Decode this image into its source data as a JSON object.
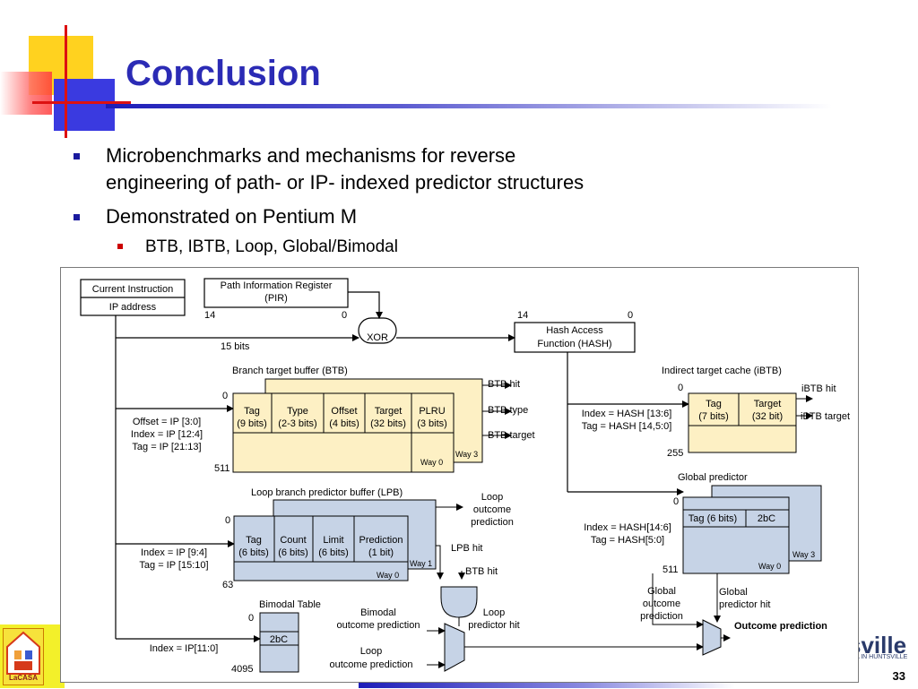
{
  "slide": {
    "title": "Conclusion",
    "page_number": "33",
    "logo_text": "LaCASA",
    "partial_logo_text": "sville",
    "partial_logo_subtext": "A IN HUNTSVILLE"
  },
  "bullets": [
    {
      "level": 1,
      "lines": [
        "Microbenchmarks and mechanisms for reverse",
        "engineering of path- or IP- indexed predictor structures"
      ]
    },
    {
      "level": 1,
      "lines": [
        "Demonstrated on Pentium M"
      ]
    },
    {
      "level": 2,
      "lines": [
        "BTB, IBTB, Loop, Global/Bimodal"
      ]
    }
  ],
  "diagram": {
    "current_instruction": {
      "header": "Current Instruction",
      "field": "IP address"
    },
    "pir": {
      "line1": "Path Information Register",
      "line2": "(PIR)",
      "bit_high": "14",
      "bit_low": "0"
    },
    "xor": "XOR",
    "fifteen_bits": "15 bits",
    "hash": {
      "line1": "Hash Access",
      "line2": "Function (HASH)",
      "bit_high": "14",
      "bit_low": "0"
    },
    "btb": {
      "title": "Branch target buffer (BTB)",
      "row_top": "0",
      "row_bottom": "511",
      "cols": [
        {
          "name": "Tag",
          "sub": "(9 bits)"
        },
        {
          "name": "Type",
          "sub": "(2-3 bits)"
        },
        {
          "name": "Offset",
          "sub": "(4 bits)"
        },
        {
          "name": "Target",
          "sub": "(32 bits)"
        },
        {
          "name": "PLRU",
          "sub": "(3 bits)"
        }
      ],
      "way_front": "Way 0",
      "way_back": "Way 3",
      "out_hit": "BTB hit",
      "out_type": "BTB type",
      "out_target": "BTB target",
      "index_lines": [
        "Offset = IP [3:0]",
        "Index = IP [12:4]",
        "Tag = IP [21:13]"
      ]
    },
    "ibtb": {
      "title": "Indirect target cache (iBTB)",
      "row_top": "0",
      "row_bottom": "255",
      "cols": [
        {
          "name": "Tag",
          "sub": "(7 bits)"
        },
        {
          "name": "Target",
          "sub": "(32 bit)"
        }
      ],
      "out_hit": "iBTB hit",
      "out_target": "iBTB target",
      "index_lines": [
        "Index = HASH [13:6]",
        "Tag = HASH [14,5:0]"
      ]
    },
    "lpb": {
      "title": "Loop branch predictor buffer (LPB)",
      "row_top": "0",
      "row_bottom": "63",
      "cols": [
        {
          "name": "Tag",
          "sub": "(6 bits)"
        },
        {
          "name": "Count",
          "sub": "(6 bits)"
        },
        {
          "name": "Limit",
          "sub": "(6 bits)"
        },
        {
          "name": "Prediction",
          "sub": "(1 bit)"
        }
      ],
      "way_front": "Way 0",
      "way_back": "Way 1",
      "out_prediction": [
        "Loop",
        "outcome",
        "prediction"
      ],
      "out_hit": "LPB hit",
      "index_lines": [
        "Index = IP [9:4]",
        "Tag = IP [15:10]"
      ]
    },
    "gp": {
      "title": "Global predictor",
      "row_top": "0",
      "row_bottom": "511",
      "cols": [
        {
          "name": "Tag (6 bits)"
        },
        {
          "name": "2bC"
        }
      ],
      "way_front": "Way 0",
      "way_back": "Way 3",
      "index_lines": [
        "Index = HASH[14:6]",
        "Tag = HASH[5:0]"
      ],
      "out_outcome": [
        "Global",
        "outcome",
        "prediction"
      ],
      "out_hit": [
        "Global",
        "predictor hit"
      ]
    },
    "bimodal": {
      "title": "Bimodal Table",
      "row_top": "0",
      "row_bottom": "4095",
      "cell": "2bC",
      "index_line": "Index = IP[11:0]",
      "out_outcome": [
        "Bimodal",
        "outcome prediction"
      ]
    },
    "btb_hit_gate": "BTB hit",
    "loop_predictor_hit": [
      "Loop",
      "predictor hit"
    ],
    "loop_outcome_bottom": [
      "Loop",
      "outcome prediction"
    ],
    "final_output": "Outcome prediction"
  },
  "colors": {
    "title": "#2b2bb5",
    "bullet_l1": "#1a1a9e",
    "bullet_l2": "#cc0000",
    "btb_fill": "#fdf0c4",
    "pred_fill": "#c6d3e6"
  }
}
